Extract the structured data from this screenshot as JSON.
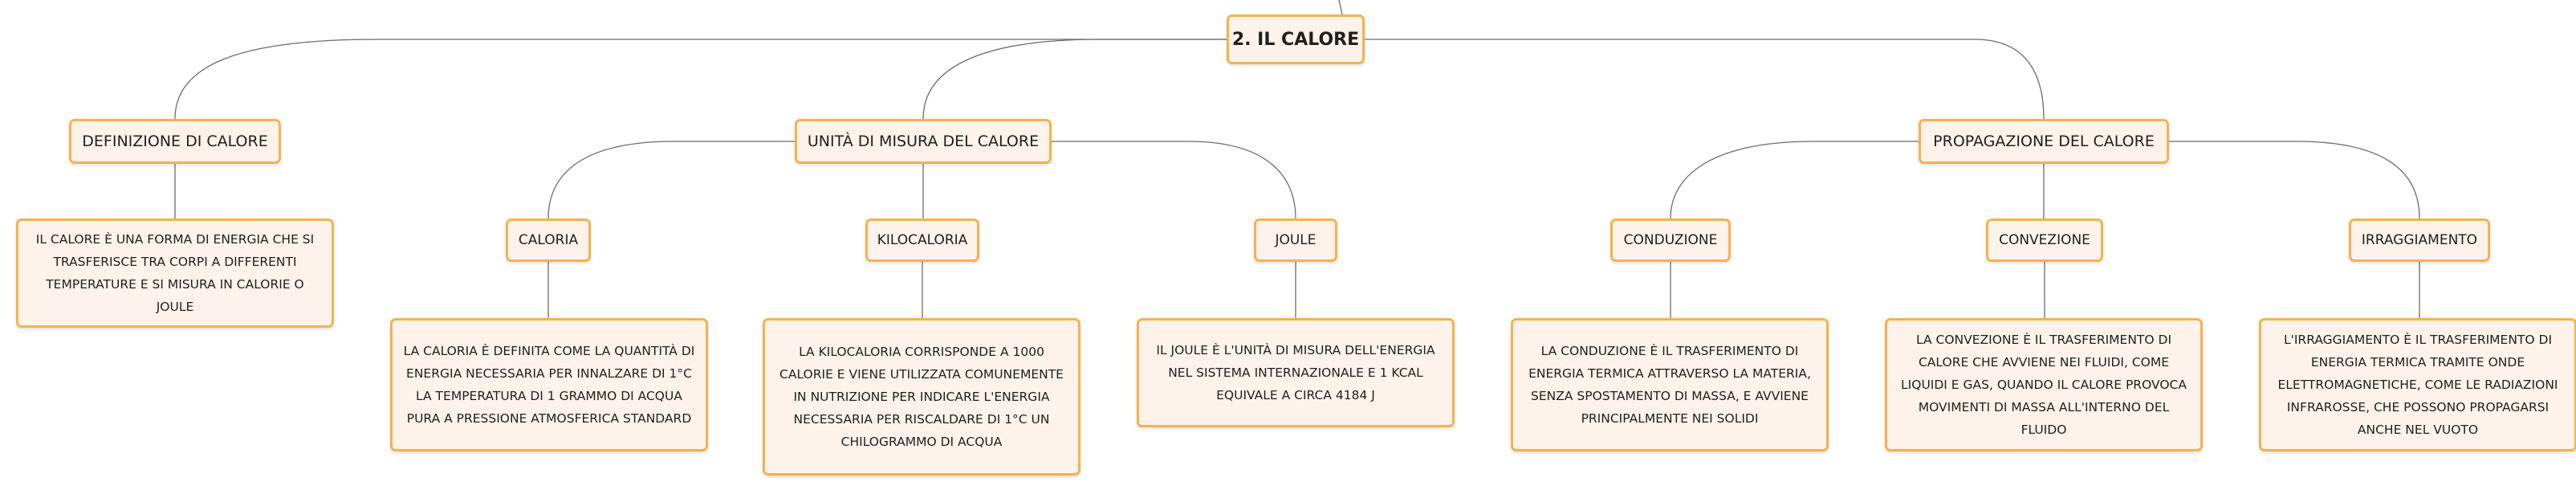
{
  "mindmap": {
    "root": {
      "label": "2. IL CALORE"
    },
    "branches": [
      {
        "label": "DEFINIZIONE DI CALORE",
        "description": "IL CALORE È UNA FORMA DI ENERGIA CHE SI TRASFERISCE TRA CORPI A DIFFERENTI TEMPERATURE E SI MISURA IN CALORIE O JOULE"
      },
      {
        "label": "UNITÀ DI MISURA DEL CALORE",
        "children": [
          {
            "label": "CALORIA",
            "description": "LA CALORIA È DEFINITA COME LA QUANTITÀ DI ENERGIA NECESSARIA PER INNALZARE DI 1°C LA TEMPERATURA DI 1 GRAMMO DI ACQUA PURA A PRESSIONE ATMOSFERICA STANDARD"
          },
          {
            "label": "KILOCALORIA",
            "description": "LA KILOCALORIA CORRISPONDE A 1000 CALORIE E VIENE UTILIZZATA COMUNEMENTE IN NUTRIZIONE PER INDICARE L'ENERGIA NECESSARIA PER RISCALDARE DI 1°C UN CHILOGRAMMO DI ACQUA"
          },
          {
            "label": "JOULE",
            "description": "IL JOULE È L'UNITÀ DI MISURA DELL'ENERGIA NEL SISTEMA INTERNAZIONALE E 1 KCAL EQUIVALE A CIRCA 4184 J"
          }
        ]
      },
      {
        "label": "PROPAGAZIONE DEL CALORE",
        "children": [
          {
            "label": "CONDUZIONE",
            "description": "LA CONDUZIONE È IL TRASFERIMENTO DI ENERGIA TERMICA ATTRAVERSO LA MATERIA, SENZA SPOSTAMENTO DI MASSA, E AVVIENE PRINCIPALMENTE NEI SOLIDI"
          },
          {
            "label": "CONVEZIONE",
            "description": "LA CONVEZIONE È IL TRASFERIMENTO DI CALORE CHE AVVIENE NEI FLUIDI, COME LIQUIDI E GAS, QUANDO IL CALORE PROVOCA MOVIMENTI DI MASSA ALL'INTERNO DEL FLUIDO"
          },
          {
            "label": "IRRAGGIAMENTO",
            "description": "L'IRRAGGIAMENTO È IL TRASFERIMENTO DI ENERGIA TERMICA TRAMITE ONDE ELETTROMAGNETICHE, COME LE RADIAZIONI INFRAROSSE, CHE POSSONO PROPAGARSI ANCHE NEL VUOTO"
          }
        ]
      }
    ]
  },
  "colors": {
    "node_fill": "#fdf3ea",
    "node_border": "#f4b24f",
    "connector": "#6b6b6b"
  }
}
